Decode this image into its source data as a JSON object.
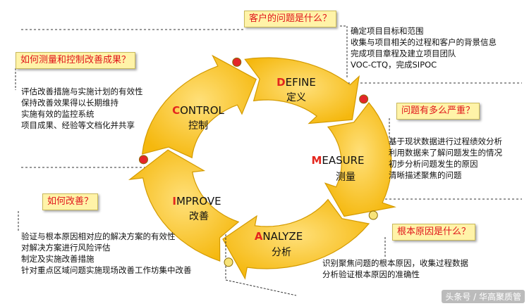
{
  "phases": [
    {
      "id": "define",
      "initial": "D",
      "rest": "EFINE",
      "cn": "定义"
    },
    {
      "id": "measure",
      "initial": "M",
      "rest": "EASURE",
      "cn": "测量"
    },
    {
      "id": "analyze",
      "initial": "A",
      "rest": "NALYZE",
      "cn": "分析"
    },
    {
      "id": "improve",
      "initial": "I",
      "rest": "MPROVE",
      "cn": "改善"
    },
    {
      "id": "control",
      "initial": "C",
      "rest": "ONTROL",
      "cn": "控制"
    }
  ],
  "questions": {
    "define": "客户的问题是什么？",
    "measure": "问题有多么严重？",
    "analyze": "根本原因是什么？",
    "improve": "如何改善？",
    "control": "如何测量和控制改善成果？"
  },
  "notes": {
    "define": [
      "确定项目目标和范围",
      "收集与项目相关的过程和客户的背景信息",
      "完成项目章程及建立项目团队",
      "VOC-CTQ，完成SIPOC"
    ],
    "measure": [
      "基于现状数据进行过程绩效分析",
      "利用数据来了解问题发生的情况",
      "初步分析问题发生的原因",
      "清晰描述聚焦的问题"
    ],
    "analyze": [
      "识别聚焦问题的根本原因，收集过程数据",
      "分析验证根本原因的准确性"
    ],
    "improve": [
      "验证与根本原因相对应的解决方案的有效性",
      "对解决方案进行风险评估",
      "制定及实施改善措施",
      "针对重点区域问题实施现场改善工作坊集中改善"
    ],
    "control": [
      "评估改善措施与实施计划的有效性",
      "保持改善效果得以长期维持",
      "实施有效的监控系统",
      "项目成果、经验等文档化并共享"
    ]
  },
  "watermark": "头条号 / 华高聚质管",
  "colors": {
    "arrow": "#f7c21b",
    "arrow_edge": "#d39a00",
    "initial": "#e4261e",
    "question": "#e0161b",
    "question_bg": "#fff3a8",
    "dot_red": "#e3262a",
    "dot_yellow": "#f7e37a"
  }
}
